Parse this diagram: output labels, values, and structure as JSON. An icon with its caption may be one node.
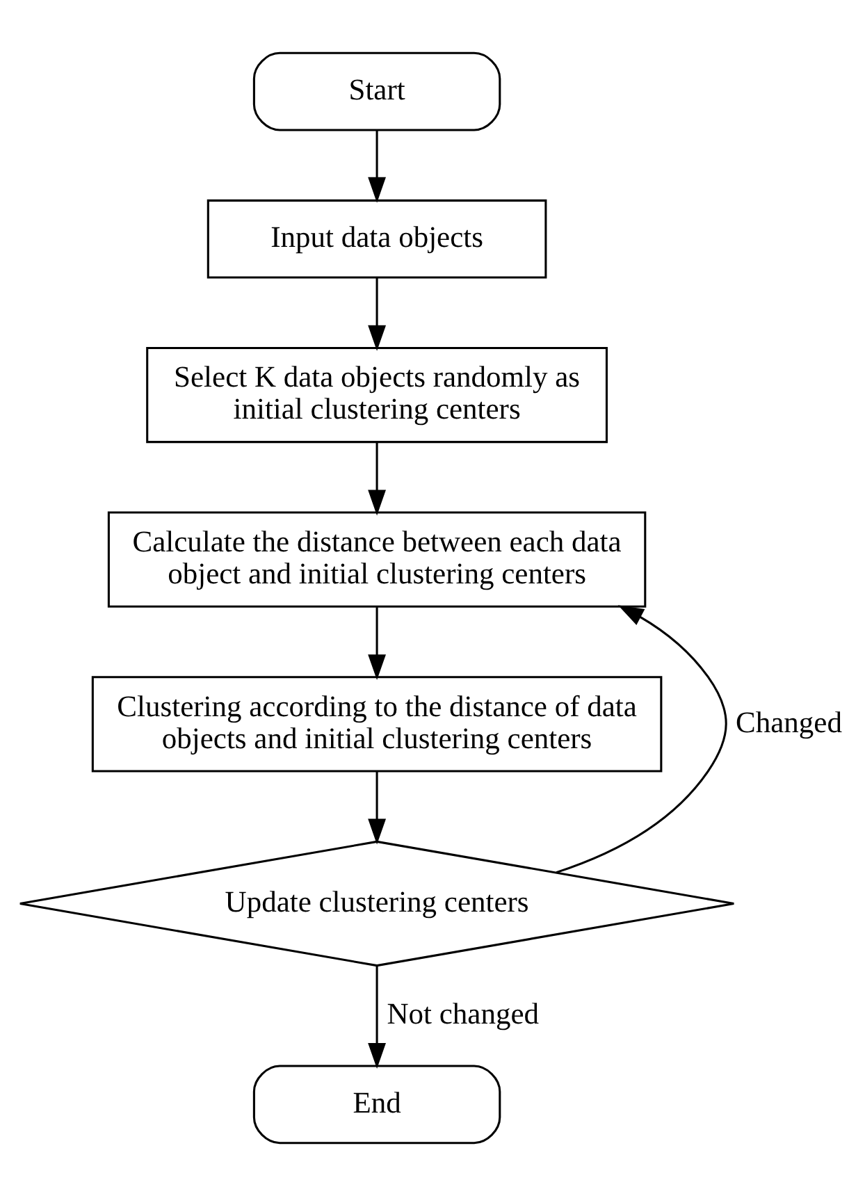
{
  "diagram": {
    "nodes": [
      {
        "text": [
          "Start"
        ]
      },
      {
        "text": [
          "Input data objects"
        ]
      },
      {
        "text": [
          "Select K data objects randomly as initial clustering centers"
        ]
      },
      {
        "text": [
          "Calculate the distance between each data object and initial clustering centers"
        ]
      },
      {
        "text": [
          "Clustering according to the distance of data objects and initial clustering centers"
        ]
      },
      {
        "text": [
          "Update clustering centers"
        ]
      },
      {
        "text": [
          "End"
        ]
      }
    ],
    "edges": [
      {
        "from": 0,
        "to": 1,
        "arrow": "to"
      },
      {
        "from": 1,
        "to": 2,
        "arrow": "to"
      },
      {
        "from": 2,
        "to": 3,
        "arrow": "to"
      },
      {
        "from": 3,
        "to": 4,
        "arrow": "to"
      },
      {
        "from": 4,
        "to": 5,
        "arrow": "to"
      },
      {
        "from": 5,
        "to": 3,
        "arrow": "to",
        "label": "Changed"
      },
      {
        "from": 5,
        "to": 6,
        "arrow": "to",
        "label": "Not changed"
      }
    ]
  }
}
